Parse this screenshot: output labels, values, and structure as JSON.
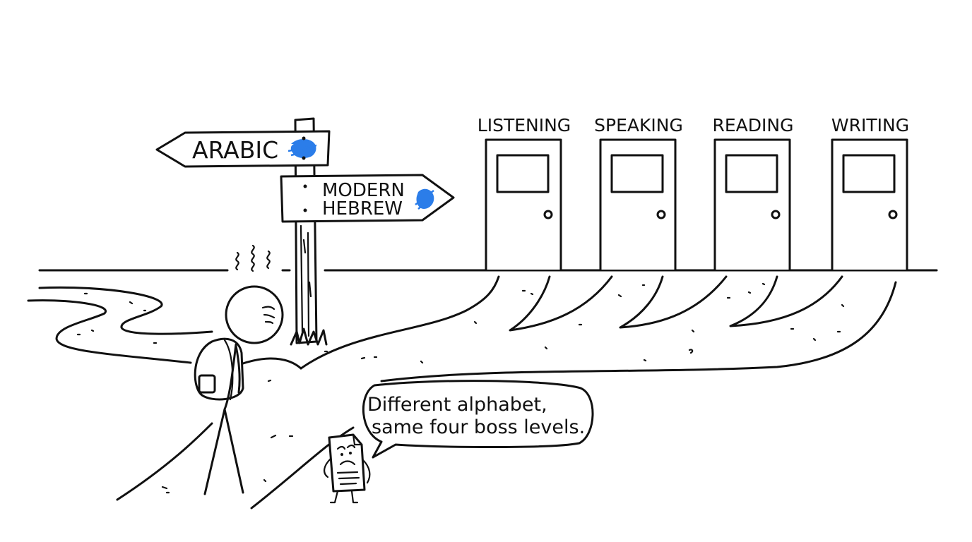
{
  "signs": {
    "left": "ARABIC",
    "right_line1": "MODERN",
    "right_line2": "HEBREW",
    "scribble_color": "#2b7de9"
  },
  "doors": [
    {
      "label": "LISTENING"
    },
    {
      "label": "SPEAKING"
    },
    {
      "label": "READING"
    },
    {
      "label": "WRITING"
    }
  ],
  "speech_bubble": {
    "line1": "Different alphabet,",
    "line2": "same four boss levels."
  },
  "colors": {
    "ink": "#111111",
    "background": "#ffffff",
    "accent": "#2b7de9"
  }
}
